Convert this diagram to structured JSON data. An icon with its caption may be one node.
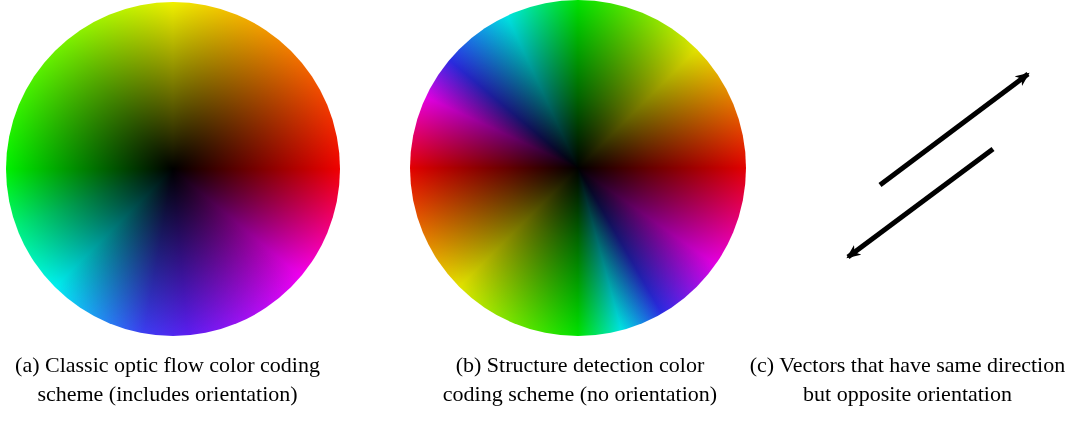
{
  "diagram": {
    "nodes": [
      {
        "text": [],
        "shape": "picture"
      },
      {
        "text": [],
        "shape": "picture"
      }
    ],
    "labels": [
      "(a) Classic optic flow color coding scheme (includes orientation)",
      "(b) Structure detection color coding scheme (no orientation)",
      "(c) Vectors that have same direction but opposite orientation"
    ]
  }
}
